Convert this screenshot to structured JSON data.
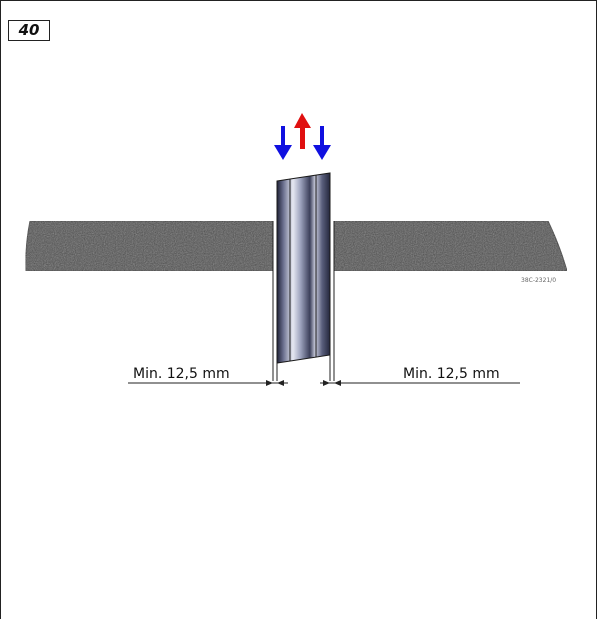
{
  "figure": {
    "number": "40",
    "reference_code": "38C-2321/0"
  },
  "dimensions": {
    "left_label": "Min. 12,5 mm",
    "right_label": "Min. 12,5 mm"
  },
  "airflow": {
    "arrows": [
      {
        "direction": "down",
        "color": "#1010e0"
      },
      {
        "direction": "up",
        "color": "#e01010"
      },
      {
        "direction": "down",
        "color": "#1010e0"
      }
    ]
  },
  "colors": {
    "roof": "#4a4a4a",
    "pipe_light": "#d8dae6",
    "pipe_dark": "#2c2f45"
  }
}
